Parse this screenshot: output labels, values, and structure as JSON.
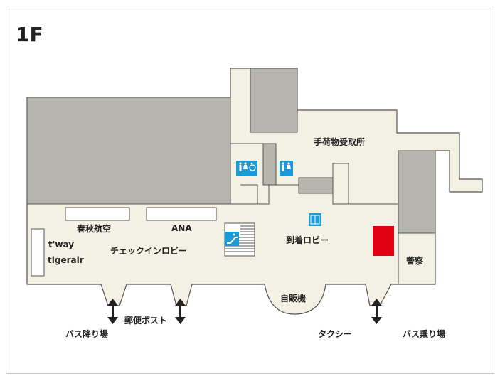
{
  "floor": "1F",
  "colors": {
    "floor_fill": "#f3f1e4",
    "outline": "#555555",
    "room_gray": "#b6b6ae",
    "accent_red": "#e1000f",
    "sign_blue": "#1a9ad6"
  },
  "labels": {
    "baggage_claim": "手荷物受取所",
    "spring_airlines": "春秋航空",
    "ana": "ANA",
    "tway": "t'way",
    "tigerair": "tlgeralr",
    "checkin_lobby": "チェックインロビー",
    "arrival_lobby": "到着ロビー",
    "police": "警察",
    "vending": "自販機",
    "post": "郵便ポスト",
    "bus_arrival": "バス降り場",
    "taxi": "タクシー",
    "bus_departure": "バス乗り場"
  },
  "icons": {
    "restroom_accessible": "restroom-accessible-icon",
    "restroom": "restroom-icon",
    "elevator": "elevator-icon",
    "escalator": "escalator-icon",
    "exit_arrow": "up-down-arrow-icon"
  }
}
